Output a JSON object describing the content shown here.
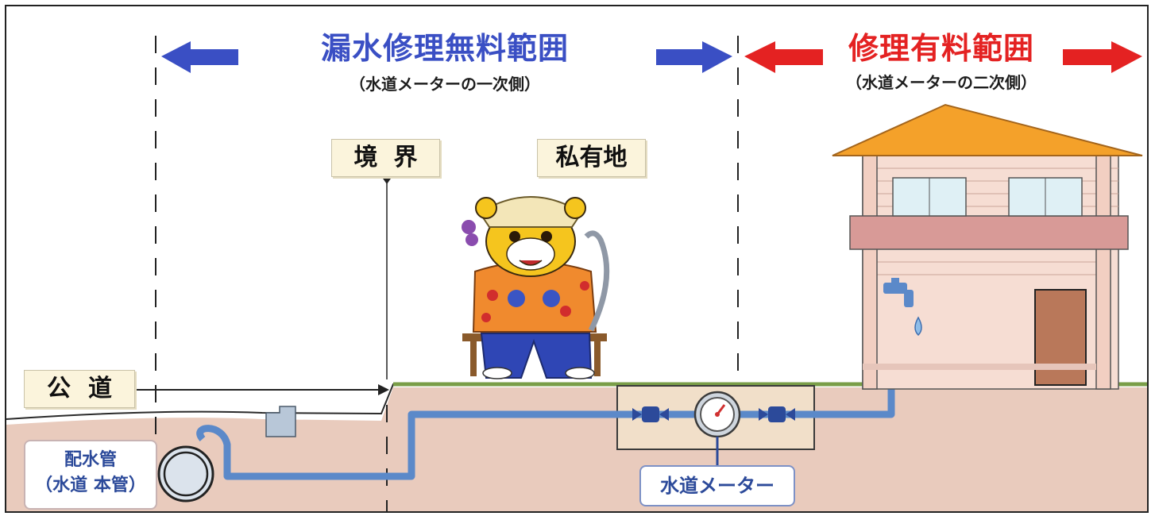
{
  "headings": {
    "free_range": "漏水修理無料範囲",
    "free_range_note": "（水道メーターの一次側）",
    "paid_range": "修理有料範囲",
    "paid_range_note": "（水道メーターの二次側）"
  },
  "labels": {
    "boundary": "境界",
    "private_land": "私有地",
    "public_road": "公道",
    "distribution_pipe_line1": "配水管",
    "distribution_pipe_line2": "（水道 本管）",
    "water_meter": "水道メーター"
  },
  "colors": {
    "free_range": "#3a4fc4",
    "paid_range": "#e42222",
    "pipe": "#5b89c9",
    "ground": "#e9cbbd",
    "roof": "#f4a12a",
    "house_wall": "#f6ddd3",
    "label_box": "#fbf4dc"
  },
  "icons": [
    "arrow-left-icon",
    "arrow-right-icon",
    "house-icon",
    "faucet-icon",
    "water-drop-icon",
    "mascot-bear-icon",
    "valve-icon",
    "meter-gauge-icon"
  ]
}
